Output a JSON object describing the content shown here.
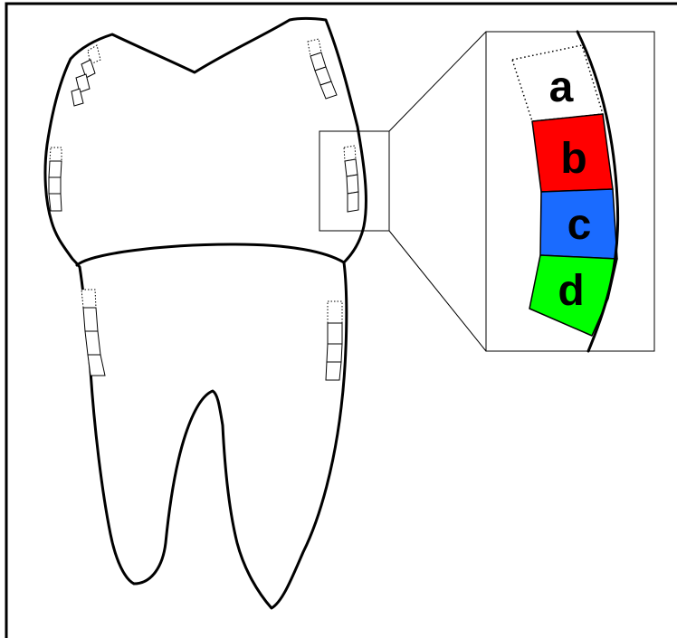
{
  "layers": [
    {
      "label": "a",
      "color": "#ffffff"
    },
    {
      "label": "b",
      "color": "#ff0000"
    },
    {
      "label": "c",
      "color": "#1a6bff"
    },
    {
      "label": "d",
      "color": "#00ff00"
    }
  ]
}
